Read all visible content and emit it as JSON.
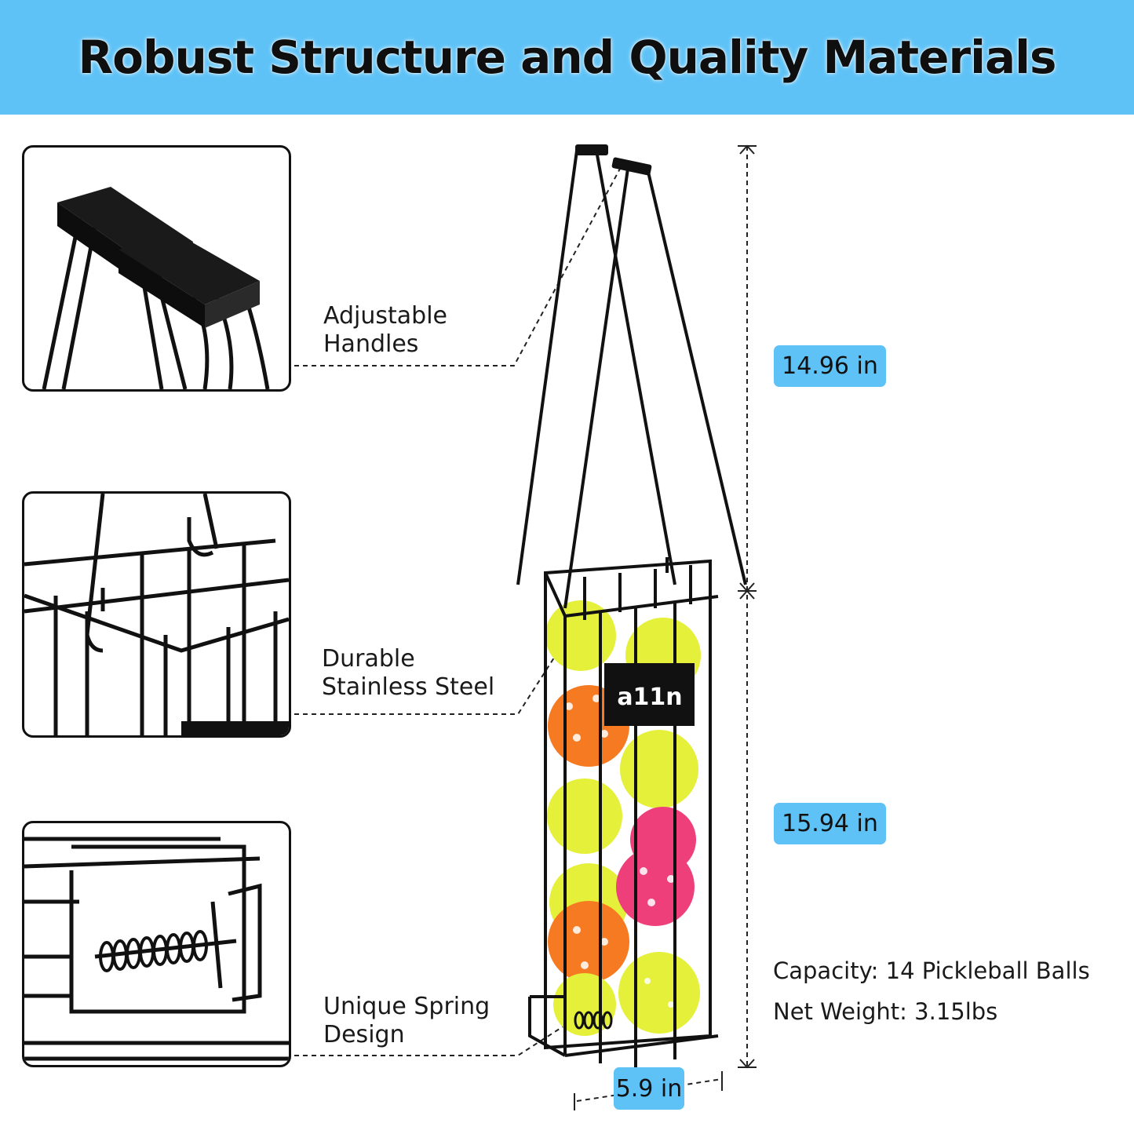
{
  "title": "Robust Structure and Quality Materials",
  "callouts": {
    "handles": [
      "Adjustable",
      "Handles"
    ],
    "steel": [
      "Durable",
      "Stainless Steel"
    ],
    "spring": [
      "Unique Spring",
      "Design"
    ]
  },
  "dimensions": {
    "handle_height": "14.96 in",
    "basket_height": "15.94 in",
    "width": "5.9 in"
  },
  "specs": {
    "capacity": "Capacity: 14 Pickleball Balls",
    "weight": "Net Weight: 3.15lbs"
  },
  "brand_logo": "a11n",
  "colors": {
    "header": "#5ec2f6",
    "badge": "#5ec2f6",
    "ball_yellow": "#e4f03a",
    "ball_orange": "#f57a22",
    "ball_pink": "#ee3f7b",
    "frame": "#111111"
  }
}
